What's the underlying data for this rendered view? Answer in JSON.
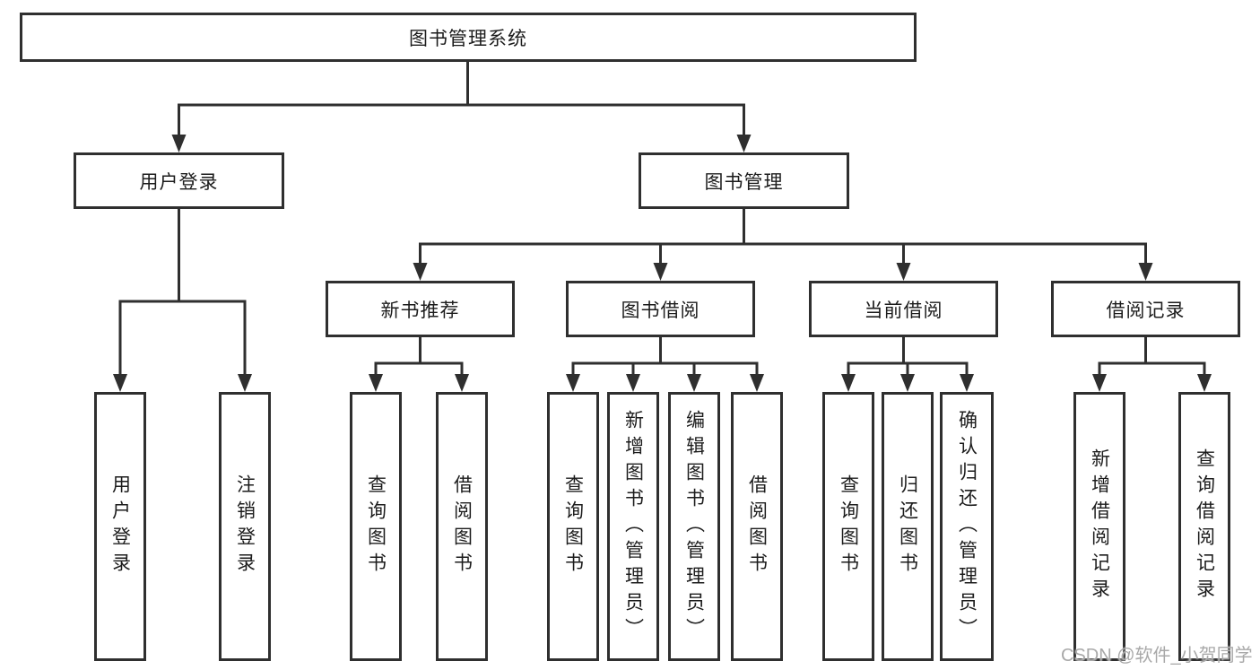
{
  "tree": {
    "root": "图书管理系统",
    "children": [
      {
        "label": "用户登录",
        "children": [
          "用户登录",
          "注销登录"
        ]
      },
      {
        "label": "图书管理",
        "children": [
          {
            "label": "新书推荐",
            "children": [
              "查询图书",
              "借阅图书"
            ]
          },
          {
            "label": "图书借阅",
            "children": [
              "查询图书",
              "新增图书（管理员）",
              "编辑图书（管理员）",
              "借阅图书"
            ]
          },
          {
            "label": "当前借阅",
            "children": [
              "查询图书",
              "归还图书",
              "确认归还（管理员）"
            ]
          },
          {
            "label": "借阅记录",
            "children": [
              "新增借阅记录",
              "查询借阅记录"
            ]
          }
        ]
      }
    ]
  },
  "watermark": "CSDN @软件_小贺同学",
  "colors": {
    "line": "#2f2f2f",
    "text": "#1c1c1c",
    "watermark": "#a9a9a9",
    "background": "#ffffff"
  }
}
